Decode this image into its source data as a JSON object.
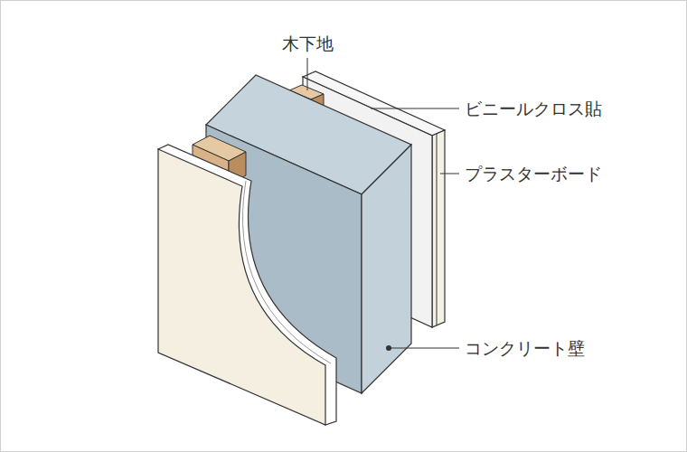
{
  "diagram": {
    "labels": [
      "木下地",
      "ビニールクロス貼",
      "プラスターボード",
      "コンクリート壁"
    ]
  }
}
